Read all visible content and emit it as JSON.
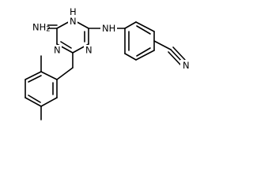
{
  "molecule": {
    "atoms": {
      "amino": "NH",
      "amino_h": "2",
      "triazine_n1": "N",
      "triazine_n3": "N",
      "triazine_n5": "N",
      "triazine_nh_h": "H",
      "linker_nh": "NH",
      "nitrile_n": "N"
    }
  },
  "colors": {
    "bond": "#000000",
    "label": "#000000",
    "background": "#ffffff"
  }
}
